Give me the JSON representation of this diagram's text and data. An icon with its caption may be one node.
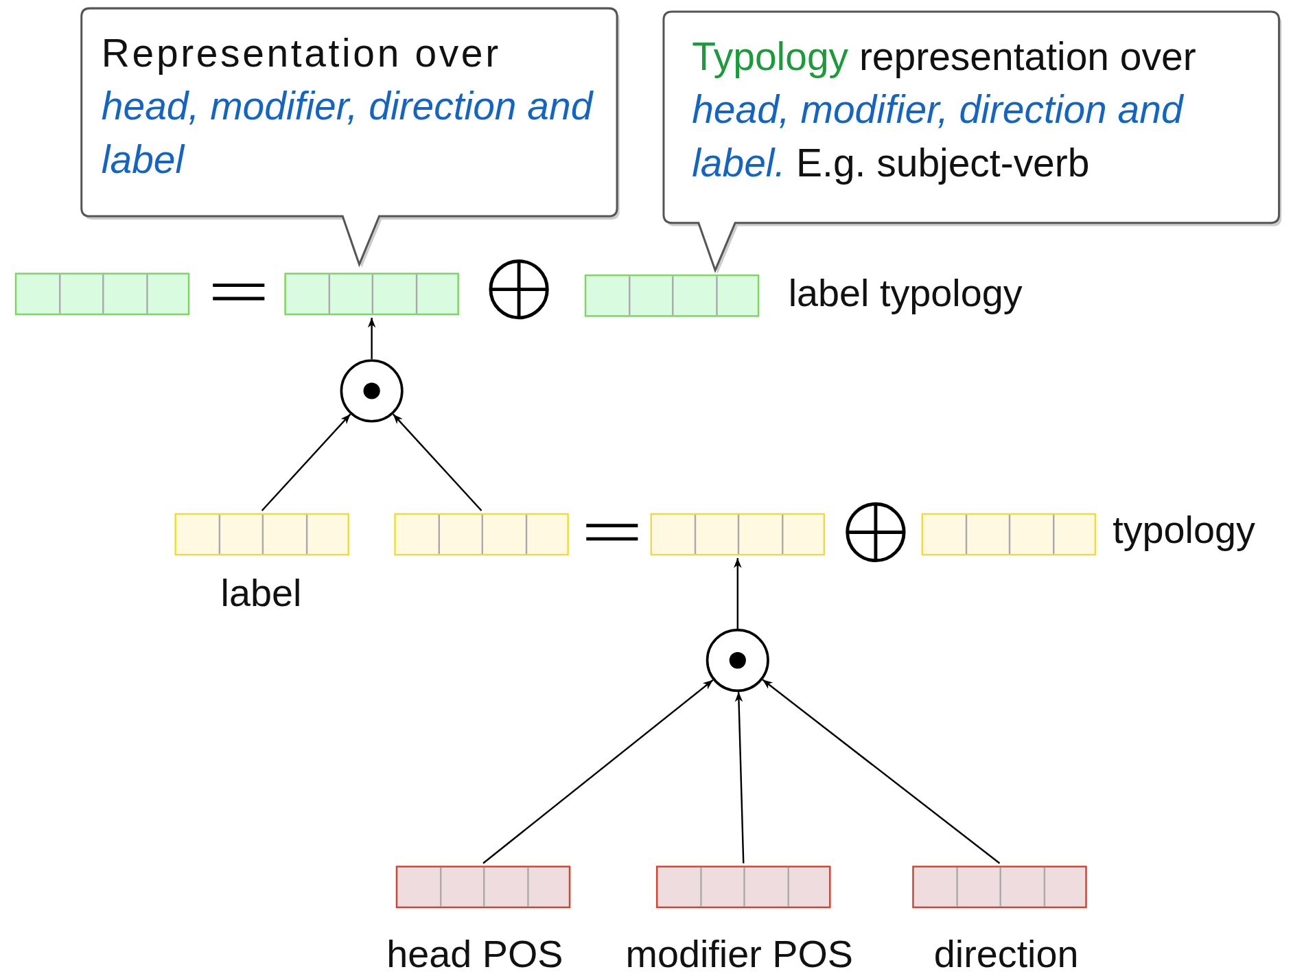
{
  "diagram": {
    "nodes": [
      {
        "text": [
          "Representation over *head, modifier, direction and label*"
        ]
      },
      {
        "text": [
          "**Typology** representation over *head, modifier, direction and label.* E.g. subject-verb"
        ]
      },
      {
        "text": [],
        "shape": "bar"
      },
      {
        "text": [],
        "shape": "bar"
      },
      {
        "text": [],
        "shape": "bar"
      },
      {
        "text": [],
        "shape": "circle"
      },
      {
        "text": [],
        "shape": "bar",
        "beside": [
          "label"
        ]
      },
      {
        "text": [],
        "shape": "bar"
      },
      {
        "text": [],
        "shape": "bar"
      },
      {
        "text": [],
        "shape": "bar",
        "beside": [
          "typology"
        ]
      },
      {
        "text": [],
        "shape": "circle"
      },
      {
        "text": [],
        "shape": "bar",
        "beside": [
          "head POS"
        ]
      },
      {
        "text": [],
        "shape": "bar",
        "beside": [
          "modifier POS"
        ]
      },
      {
        "text": [],
        "shape": "bar",
        "beside": [
          "direction"
        ]
      }
    ],
    "edges": [
      {
        "from": 6,
        "to": 5,
        "arrow": "to"
      },
      {
        "from": 7,
        "to": 5,
        "arrow": "to"
      },
      {
        "from": 5,
        "to": 3,
        "arrow": "to"
      },
      {
        "from": 11,
        "to": 10,
        "arrow": "to"
      },
      {
        "from": 12,
        "to": 10,
        "arrow": "to"
      },
      {
        "from": 13,
        "to": 10,
        "arrow": "to"
      },
      {
        "from": 10,
        "to": 8,
        "arrow": "to"
      }
    ],
    "labels": [
      "label typology"
    ]
  }
}
